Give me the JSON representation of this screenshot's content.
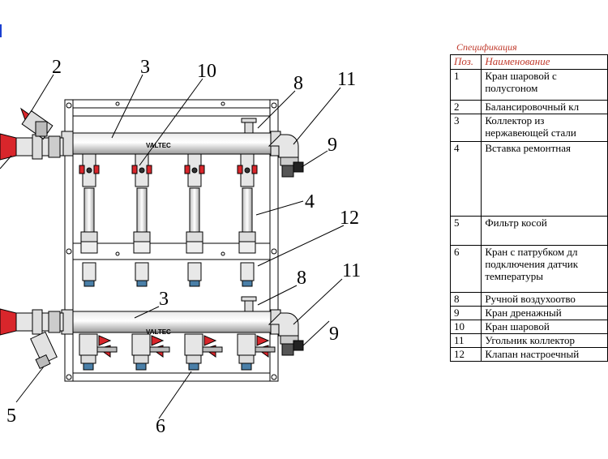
{
  "callouts": {
    "c2": "2",
    "c3_top": "3",
    "c10": "10",
    "c8_top": "8",
    "c11_top": "11",
    "c9_top": "9",
    "c4": "4",
    "c12": "12",
    "c8_bot": "8",
    "c11_bot": "11",
    "c3_bot": "3",
    "c9_bot": "9",
    "c5": "5",
    "c6": "6"
  },
  "brand": "VALTEC",
  "spec": {
    "caption": "Спецификация",
    "headers": [
      "Поз.",
      "Наименование"
    ],
    "rows": [
      {
        "pos": "1",
        "name": [
          "Кран шаровой с",
          "полусгоном"
        ]
      },
      {
        "pos": "2",
        "name": [
          "Балансировочный кл"
        ]
      },
      {
        "pos": "3",
        "name": [
          "Коллектор из",
          "нержавеющей стали"
        ]
      },
      {
        "pos": "4",
        "name": [
          "Вставка ремонтная"
        ]
      },
      {
        "pos": "5",
        "name": [
          "Фильтр косой"
        ]
      },
      {
        "pos": "6",
        "name": [
          "Кран с патрубком дл",
          "подключения датчик",
          "температуры"
        ]
      },
      {
        "pos": "8",
        "name": [
          "Ручной воздухоотво"
        ]
      },
      {
        "pos": "9",
        "name": [
          "Кран дренажный"
        ]
      },
      {
        "pos": "10",
        "name": [
          "Кран шаровой"
        ]
      },
      {
        "pos": "11",
        "name": [
          "Угольник коллектор"
        ]
      },
      {
        "pos": "12",
        "name": [
          "Клапан настроечный"
        ]
      }
    ]
  },
  "colors": {
    "valve_red": "#d9262b",
    "line": "#000000",
    "spec_red": "#c0392b",
    "fitting_blue": "#4a7fa8"
  }
}
